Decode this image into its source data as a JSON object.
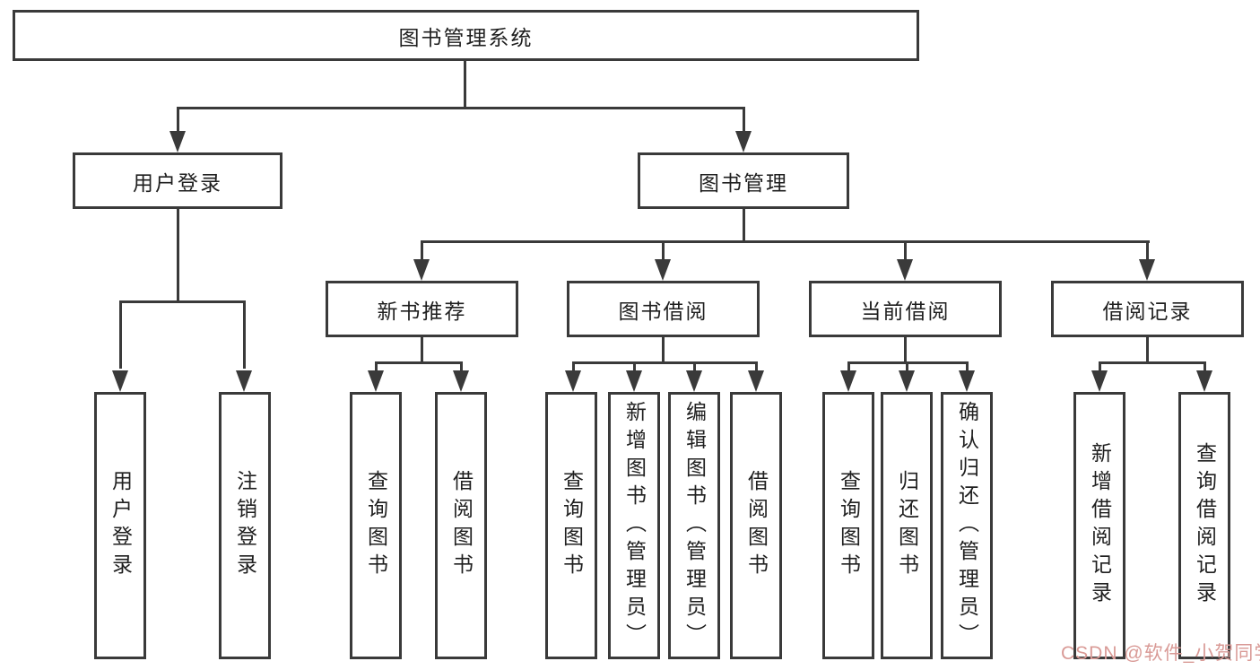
{
  "colors": {
    "line": "#3a3a3a",
    "text": "#1f1f1f",
    "watermark": "#d99a96",
    "background": "#ffffff"
  },
  "tree": {
    "root": {
      "label": "图书管理系统",
      "children": [
        {
          "label": "用户登录",
          "children": [
            {
              "label": "用户登录"
            },
            {
              "label": "注销登录"
            }
          ]
        },
        {
          "label": "图书管理",
          "children": [
            {
              "label": "新书推荐",
              "children": [
                {
                  "label": "查询图书"
                },
                {
                  "label": "借阅图书"
                }
              ]
            },
            {
              "label": "图书借阅",
              "children": [
                {
                  "label": "查询图书"
                },
                {
                  "label": "新增图书（管理员）"
                },
                {
                  "label": "编辑图书（管理员）"
                },
                {
                  "label": "借阅图书"
                }
              ]
            },
            {
              "label": "当前借阅",
              "children": [
                {
                  "label": "查询图书"
                },
                {
                  "label": "归还图书"
                },
                {
                  "label": "确认归还（管理员）"
                }
              ]
            },
            {
              "label": "借阅记录",
              "children": [
                {
                  "label": "新增借阅记录"
                },
                {
                  "label": "查询借阅记录"
                }
              ]
            }
          ]
        }
      ]
    }
  },
  "watermark": {
    "text": "CSDN @软件_小贺同学"
  }
}
